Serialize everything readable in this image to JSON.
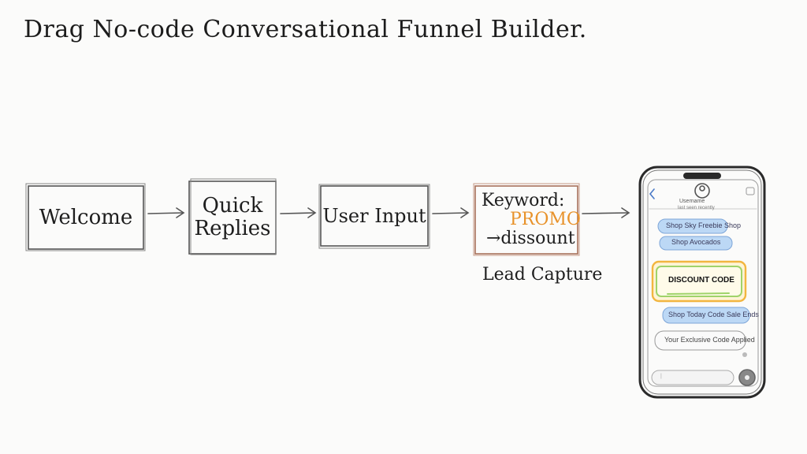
{
  "title": "Drag No-code Conversational Funnel Builder.",
  "flow": {
    "nodes": [
      {
        "label_line1": "Welcome",
        "label_line2": ""
      },
      {
        "label_line1": "Quick",
        "label_line2": "Replies"
      },
      {
        "label_line1": "User Input",
        "label_line2": ""
      },
      {
        "label_line1": "Keyword:",
        "label_line2": "PROMO",
        "label_line3": "→dissount"
      }
    ],
    "lead_caption": "Lead Capture",
    "promo_color": "#e8922a"
  },
  "phone": {
    "header_name": "Username",
    "header_status": "last seen recently",
    "bubbles": [
      "Shop Sky Freebie Shop",
      "Shop Avocados",
      "DISCOUNT CODE",
      "Shop Today Code Sale Ends",
      "Your Exclusive Code Applied"
    ],
    "discount_label": "DISCOUNT CODE",
    "colors": {
      "bubble_blue": "#bcd8f5",
      "highlight_orange": "#f2b640",
      "highlight_green": "#9fd36a"
    }
  }
}
